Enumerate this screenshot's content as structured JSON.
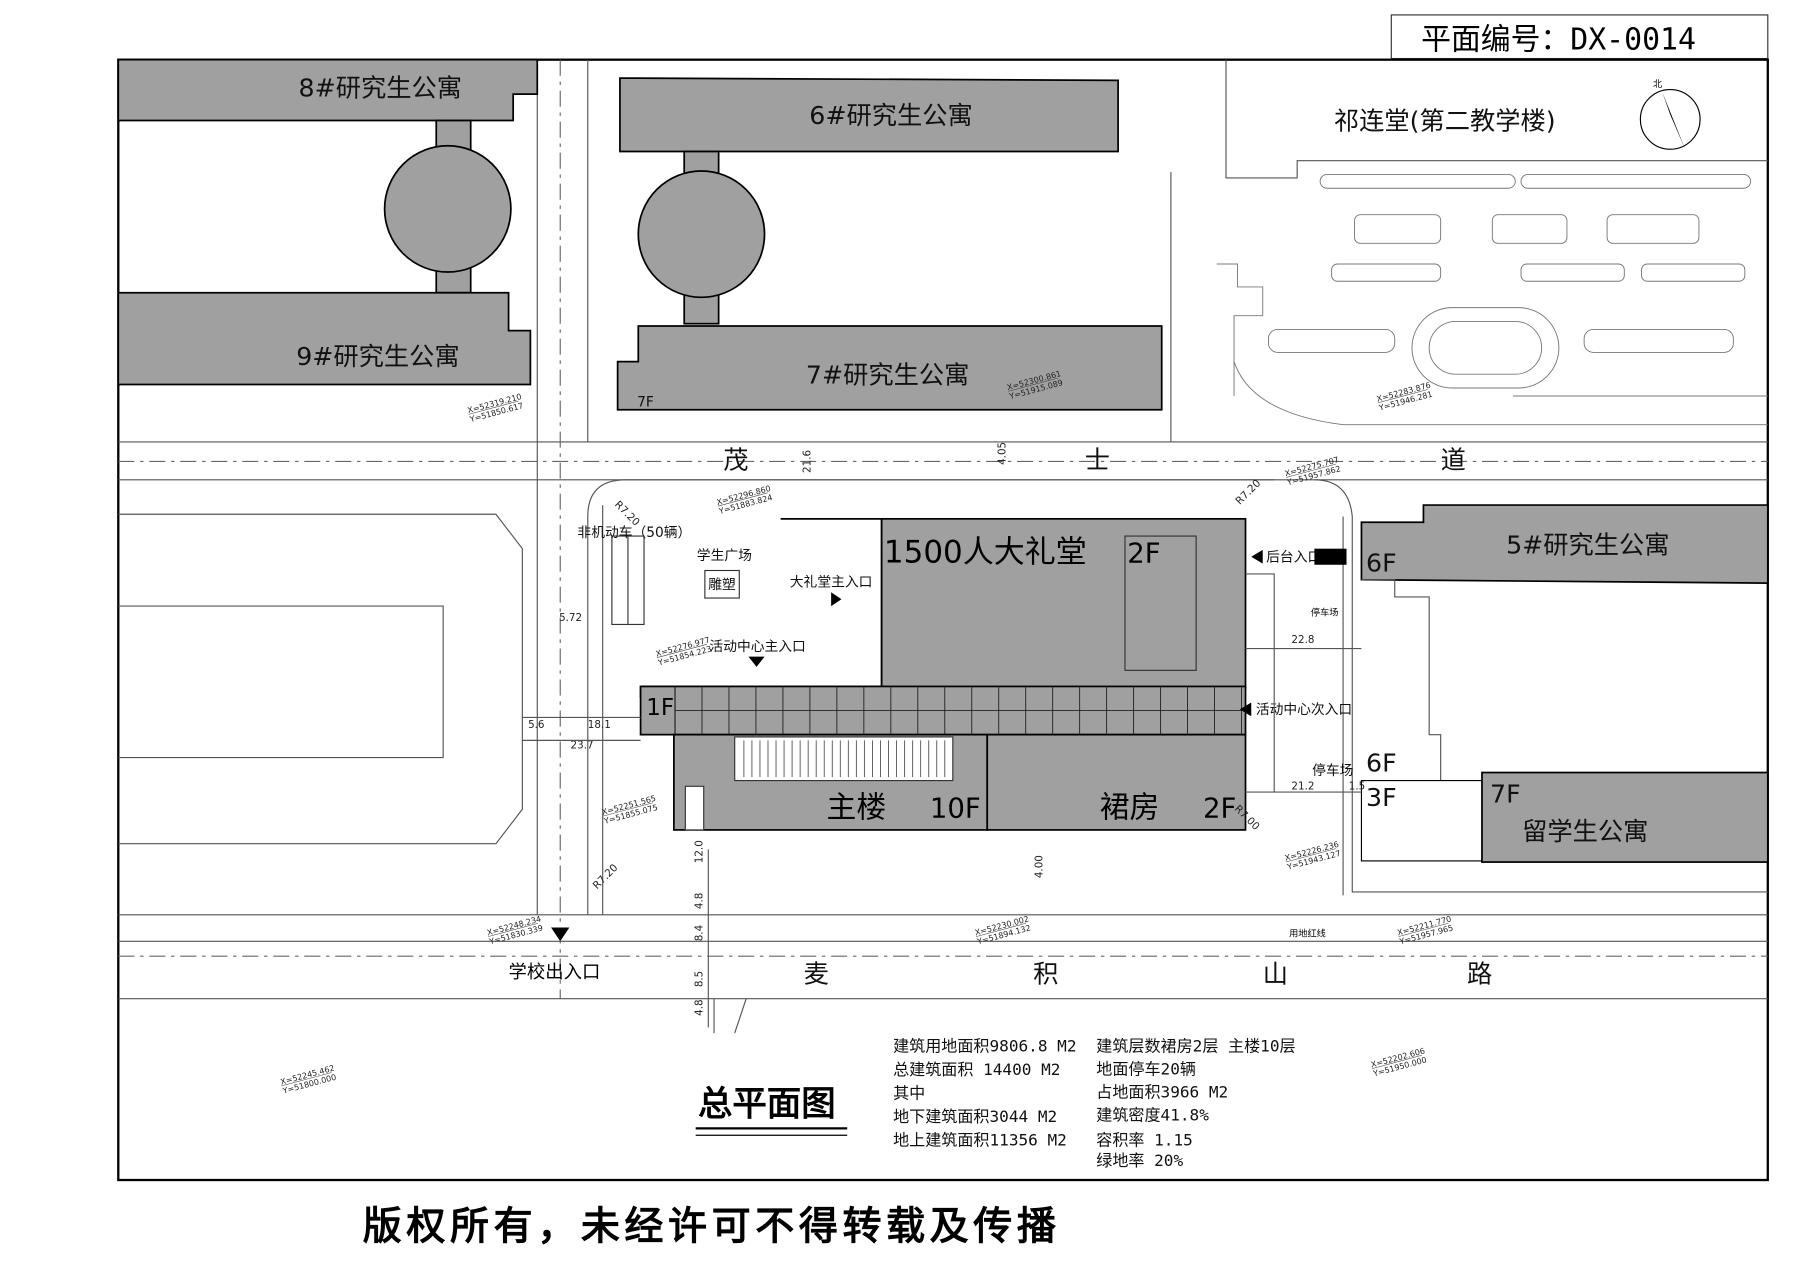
{
  "plan_number": "平面编号：DX-0014",
  "title": "总平面图",
  "copyright": "版权所有，未经许可不得转载及传播",
  "buildings": {
    "b8": "8#研究生公寓",
    "b9": "9#研究生公寓",
    "b6": "6#研究生公寓",
    "b7": "7#研究生公寓",
    "b5": "5#研究生公寓",
    "qilian": "祁连堂(第二教学楼)",
    "intl": "留学生公寓",
    "auditorium": "1500人大礼堂",
    "main": "主楼",
    "podium": "裙房"
  },
  "floors": {
    "aud": "2F",
    "f1": "1F",
    "main": "10F",
    "podium": "2F",
    "b5": "6F",
    "e6": "6F",
    "e3": "3F",
    "intl": "7F",
    "b7": "7F"
  },
  "roads": {
    "maoshi": [
      "茂",
      "士",
      "道"
    ],
    "maiji": [
      "麦",
      "积",
      "山",
      "路"
    ]
  },
  "labels": {
    "bike": "非机动车（50辆）",
    "plaza": "学生广场",
    "sculpture": "雕塑",
    "aud_entry": "大礼堂主入口",
    "center_entry": "活动中心主入口",
    "back_entry": "后台入口",
    "center_side": "活动中心次入口",
    "parking": "停车场",
    "parking2": "停车场",
    "school_gate": "学校出入口",
    "redline": "用地红线",
    "north": "北"
  },
  "dims": [
    "5.72",
    "5.6",
    "18.1",
    "23.7",
    "21.6",
    "22.8",
    "21.2",
    "1.5",
    "12.0",
    "4.8",
    "8.4",
    "8.5",
    "4.8",
    "4.00",
    "4.05",
    "R7.20",
    "R7.20",
    "R7.00",
    "R7.20"
  ],
  "coords": [
    [
      "X=52319.210",
      "Y=51850.617"
    ],
    [
      "X=52300.861",
      "Y=51915.089"
    ],
    [
      "X=52296.860",
      "Y=51883.824"
    ],
    [
      "X=52276.977",
      "Y=51854.223"
    ],
    [
      "X=52251.565",
      "Y=51855.075"
    ],
    [
      "X=52248.234",
      "Y=51830.339"
    ],
    [
      "X=52245.462",
      "Y=51800.000"
    ],
    [
      "X=52230.002",
      "Y=51894.132"
    ],
    [
      "X=52226.236",
      "Y=51943.127"
    ],
    [
      "X=52211.770",
      "Y=51957.965"
    ],
    [
      "X=52202.606",
      "Y=51950.000"
    ],
    [
      "X=52275.707",
      "Y=51957.862"
    ],
    [
      "X=52283.876",
      "Y=51946.281"
    ]
  ],
  "stats_left": [
    "建筑用地面积9806.8 M2",
    "总建筑面积  14400 M2",
    "  其中",
    "地下建筑面积3044 M2",
    "地上建筑面积11356 M2"
  ],
  "stats_right": [
    "建筑层数裙房2层 主楼10层",
    "地面停车20辆",
    "占地面积3966 M2",
    "建筑密度41.8%",
    "容积率  1.15",
    "绿地率  20%"
  ]
}
